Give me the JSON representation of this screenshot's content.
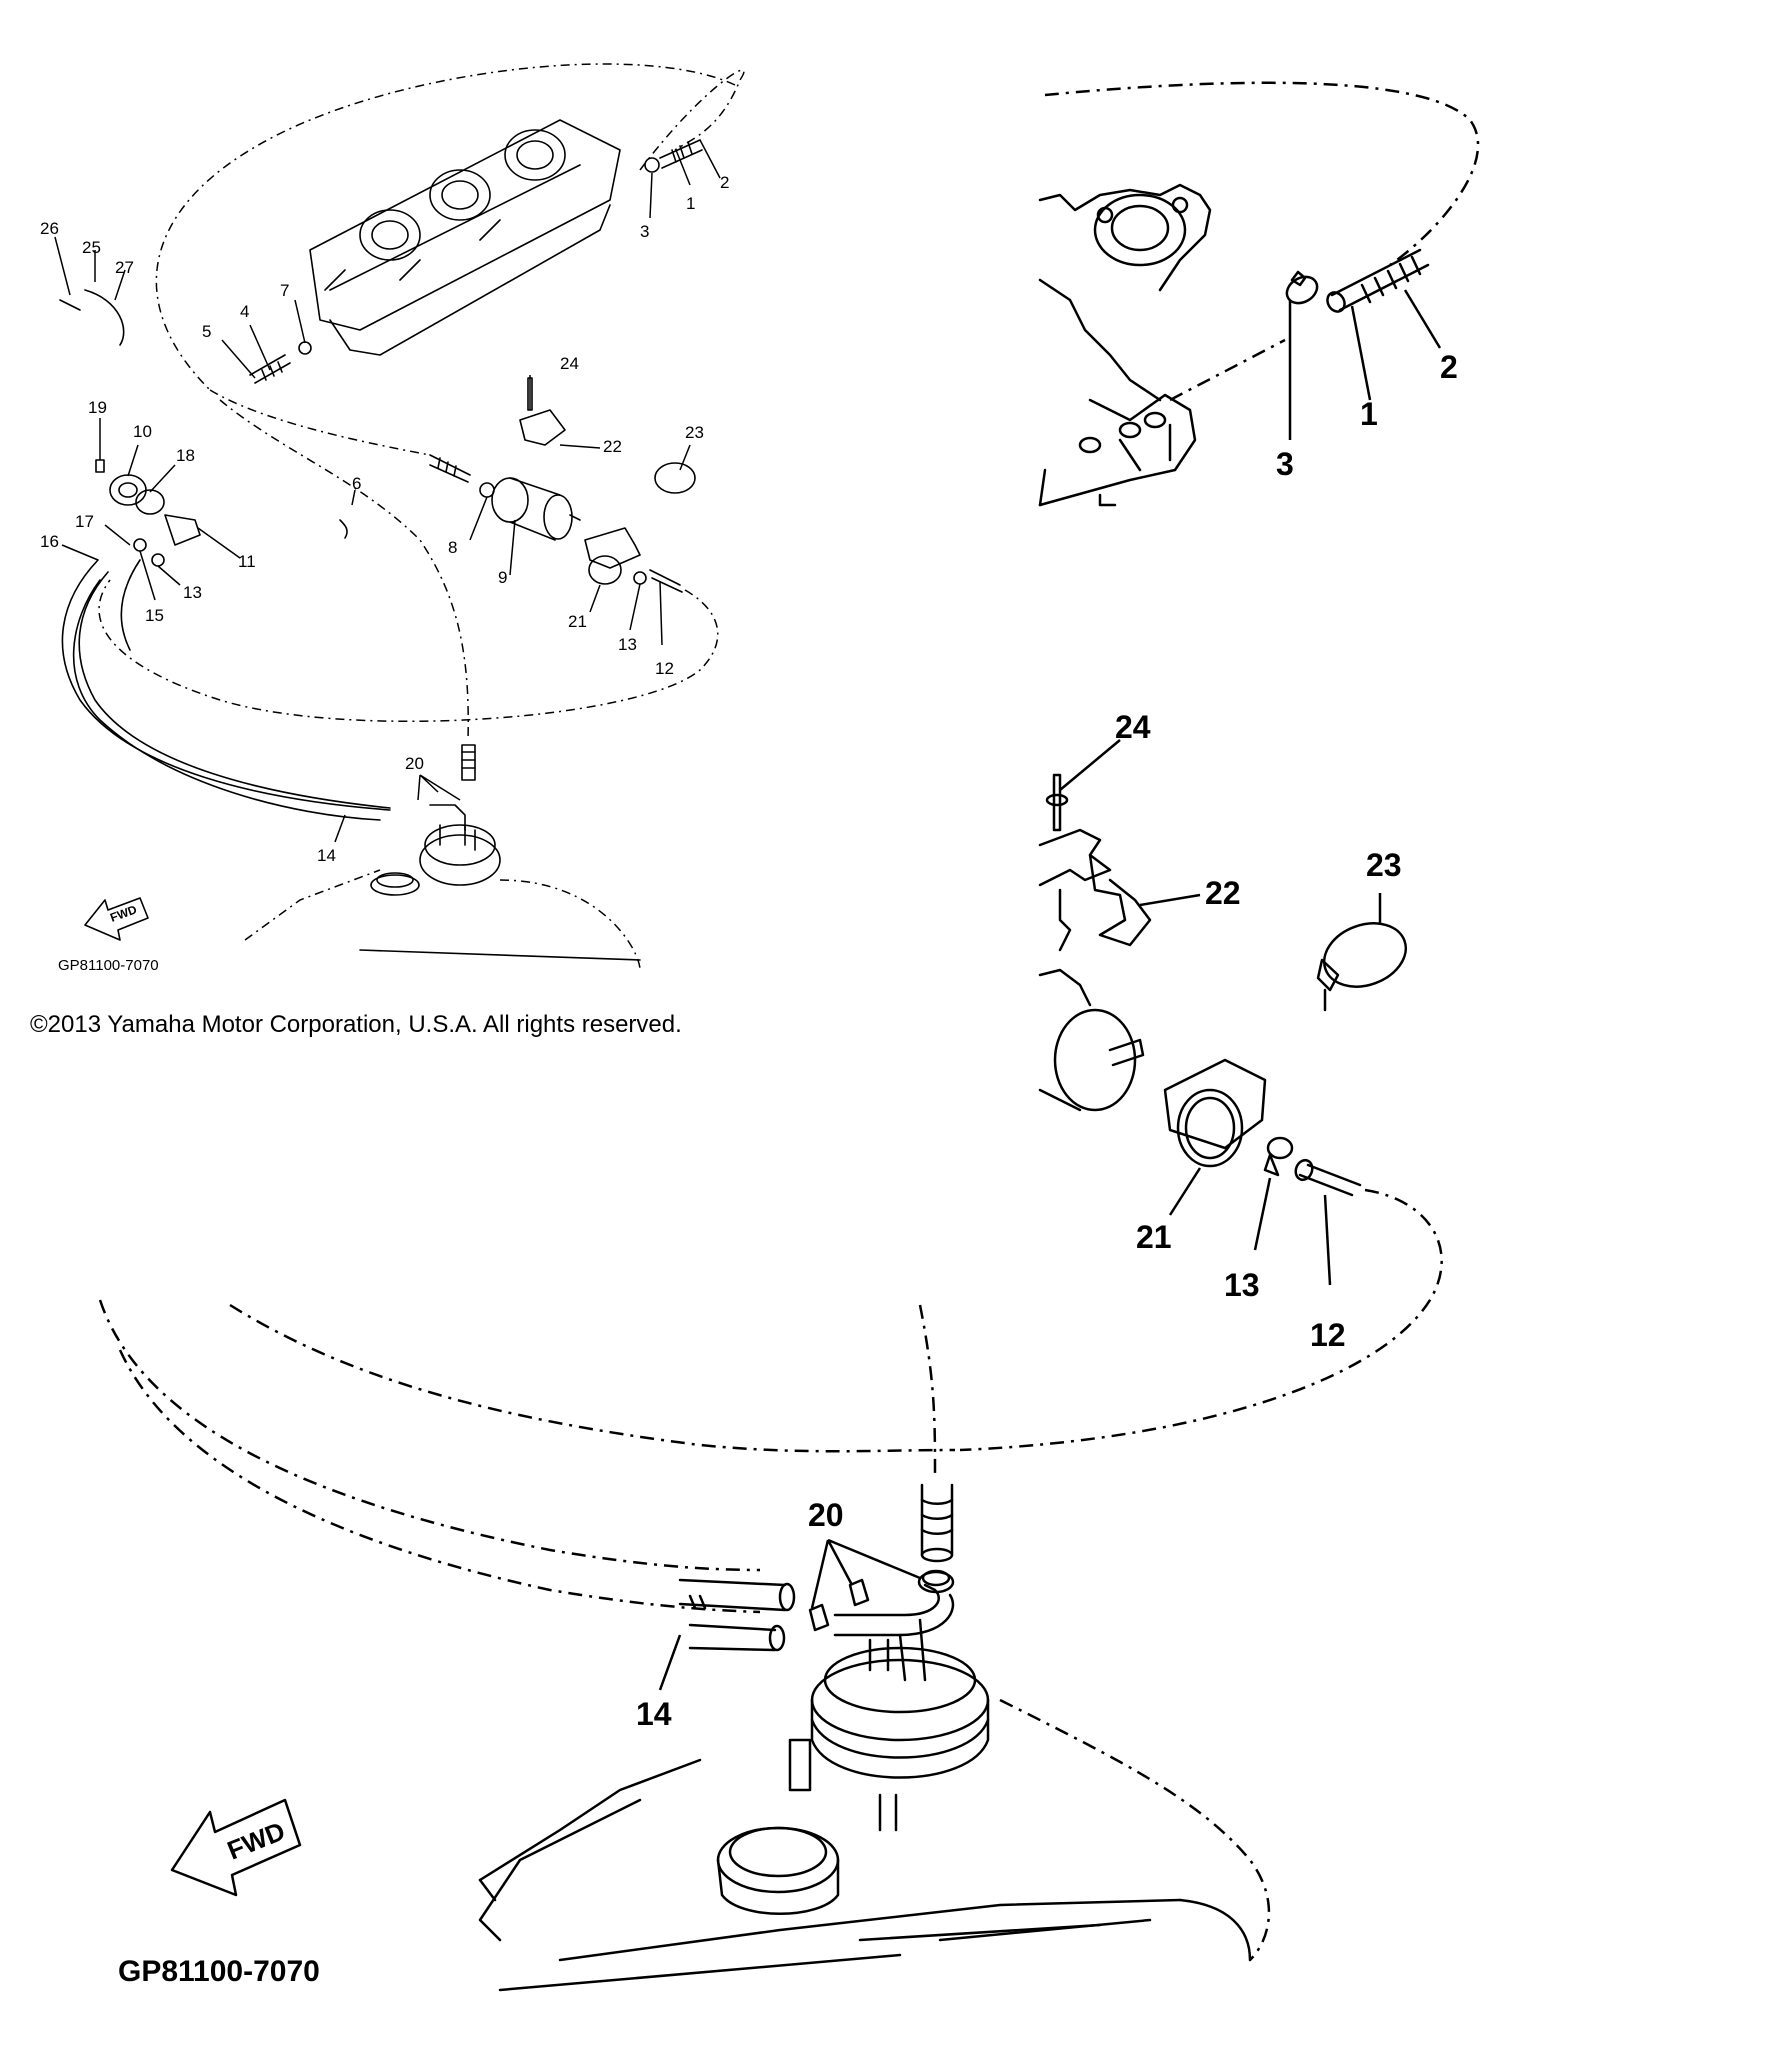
{
  "copyright": "©2013 Yamaha Motor Corporation, U.S.A. All rights reserved.",
  "diagram_code": "GP81100-7070",
  "fwd_label": "FWD",
  "overview_callouts": [
    "1",
    "2",
    "3",
    "4",
    "5",
    "6",
    "7",
    "8",
    "9",
    "10",
    "11",
    "12",
    "13",
    "13",
    "14",
    "15",
    "16",
    "17",
    "18",
    "19",
    "20",
    "21",
    "22",
    "23",
    "24",
    "25",
    "26",
    "27"
  ],
  "detail_top_right_callouts": [
    "1",
    "2",
    "3"
  ],
  "detail_mid_right_callouts": [
    "24",
    "22",
    "23",
    "21",
    "13",
    "12"
  ],
  "detail_bottom_callouts": [
    "20",
    "14"
  ]
}
